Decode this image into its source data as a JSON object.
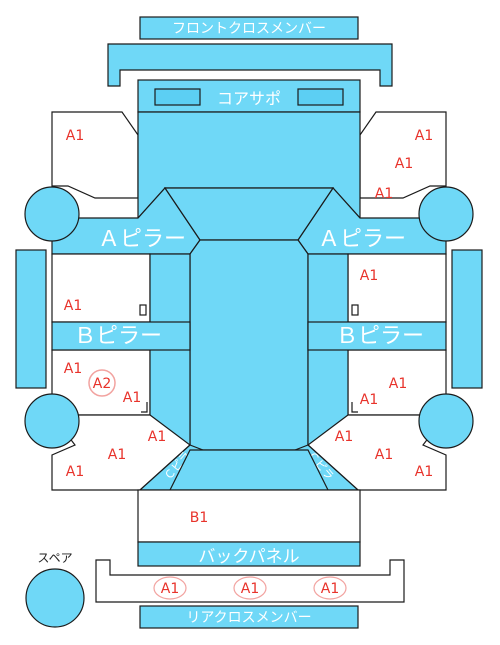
{
  "parts": {
    "front_cross_member": "フロントクロスメンバー",
    "core_support": "コアサポ",
    "a_pillar": "Ａピラー",
    "b_pillar": "Ｂピラー",
    "back_panel": "バックパネル",
    "rear_cross_member": "リアクロスメンバー",
    "c_pillar": "Ｃピラ",
    "spare": "スペア"
  },
  "markers": {
    "a1": "A1",
    "a2": "A2",
    "b1": "B1"
  },
  "colors": {
    "panel_fill": "#6fd8f7",
    "outline": "#1b1b1b",
    "marker_text": "#e8332b",
    "label_text": "#ffffff"
  }
}
